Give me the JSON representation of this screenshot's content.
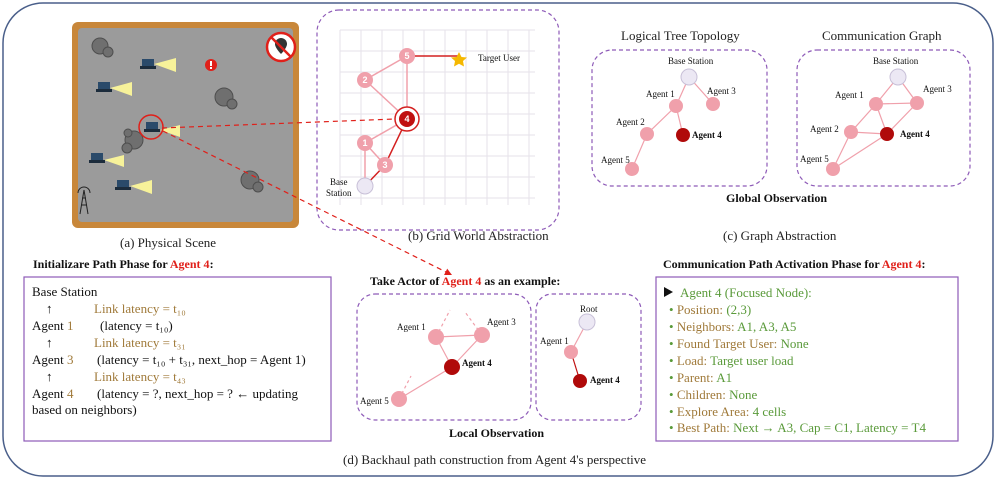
{
  "panels": {
    "a_caption": "(a) Physical Scene",
    "b_caption": "(b) Grid World Abstraction",
    "c_caption": "(c) Graph Abstraction",
    "d_caption": "(d) Backhaul path construction from Agent 4's perspective"
  },
  "grid": {
    "target_user": "Target User",
    "base_station": [
      "Base",
      "Station"
    ],
    "nodes": [
      "5",
      "2",
      "4",
      "1",
      "3"
    ]
  },
  "graphs": {
    "tree_title": "Logical Tree Topology",
    "comm_title": "Communication Graph",
    "global_obs": "Global Observation",
    "base_station": "Base Station",
    "agent1": "Agent 1",
    "agent2": "Agent 2",
    "agent3": "Agent 3",
    "agent4": "Agent 4",
    "agent5": "Agent 5"
  },
  "init": {
    "title_prefix": "Initializare Path Phase for ",
    "title_agent": "Agent 4",
    "title_suffix": ":",
    "lines": {
      "l1": "Base Station",
      "l2_arrow": "↑",
      "l2": "Link latency = t₁₀",
      "l3_a": "Agent ",
      "l3_n": "1",
      "l3_b": "(latency = t₁₀)",
      "l4_arrow": "↑",
      "l4": "Link latency = t₃₁",
      "l5_a": "Agent ",
      "l5_n": "3",
      "l5_b": "(latency = t₁₀ + t₃₁, next_hop = Agent 1)",
      "l6_arrow": "↑",
      "l6": "Link latency = t₄₃",
      "l7_a": "Agent ",
      "l7_n": "4",
      "l7_b": "(latency = ?, next_hop = ? ← updating",
      "l8": "based on neighbors)"
    }
  },
  "local": {
    "title_prefix": "Take Actor of ",
    "title_agent": "Agent 4",
    "title_suffix": " as an example:",
    "caption": "Local Observation",
    "root": "Root",
    "agent1": "Agent 1",
    "agent3": "Agent 3",
    "agent4": "Agent 4",
    "agent5": "Agent 5"
  },
  "comm": {
    "title_prefix": "Communication Path Activation Phase for ",
    "title_agent": "Agent 4",
    "title_suffix": ":",
    "header": "Agent 4 (Focused Node):",
    "items": [
      {
        "k": "Position:",
        "v": "(2,3)"
      },
      {
        "k": "Neighbors:",
        "v": "A1, A3, A5"
      },
      {
        "k": "Found Target User:",
        "v": "None"
      },
      {
        "k": "Load:",
        "v": "Target user load"
      },
      {
        "k": "Parent:",
        "v": "A1"
      },
      {
        "k": "Children:",
        "v": "None"
      },
      {
        "k": "Explore Area:",
        "v": "4 cells"
      },
      {
        "k": "Best Path:",
        "v": "Next → A3, Cap = C1, Latency = T4"
      }
    ]
  },
  "colors": {
    "node_pink": "#f0a0ab",
    "node_dark": "#b00a0a",
    "node_base": "#ece8f4",
    "purple_dash": "#8e5bb8",
    "red": "#e0201a",
    "brown": "#a07a3a",
    "green": "#5a9a3a"
  }
}
